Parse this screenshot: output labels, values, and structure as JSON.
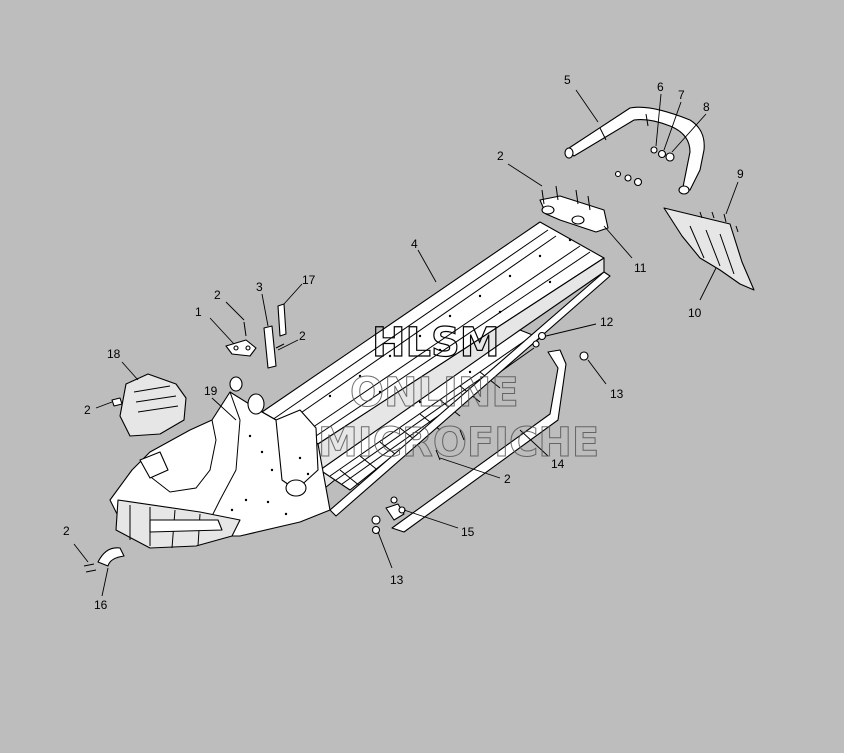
{
  "watermark": {
    "line1": "HLSM",
    "line2": "ONLINE",
    "line3": "MICROFICHE"
  },
  "callouts": [
    {
      "id": "c5",
      "label": "5"
    },
    {
      "id": "c6",
      "label": "6"
    },
    {
      "id": "c7",
      "label": "7"
    },
    {
      "id": "c8",
      "label": "8"
    },
    {
      "id": "c2a",
      "label": "2"
    },
    {
      "id": "c9",
      "label": "9"
    },
    {
      "id": "c4",
      "label": "4"
    },
    {
      "id": "c11",
      "label": "11"
    },
    {
      "id": "c10",
      "label": "10"
    },
    {
      "id": "c3",
      "label": "3"
    },
    {
      "id": "c17",
      "label": "17"
    },
    {
      "id": "c2b",
      "label": "2"
    },
    {
      "id": "c1",
      "label": "1"
    },
    {
      "id": "c2c",
      "label": "2"
    },
    {
      "id": "c12",
      "label": "12"
    },
    {
      "id": "c18",
      "label": "18"
    },
    {
      "id": "c13a",
      "label": "13"
    },
    {
      "id": "c19",
      "label": "19"
    },
    {
      "id": "c2d",
      "label": "2"
    },
    {
      "id": "c14",
      "label": "14"
    },
    {
      "id": "c2e",
      "label": "2"
    },
    {
      "id": "c15",
      "label": "15"
    },
    {
      "id": "c2f",
      "label": "2"
    },
    {
      "id": "c13b",
      "label": "13"
    },
    {
      "id": "c16",
      "label": "16"
    }
  ]
}
